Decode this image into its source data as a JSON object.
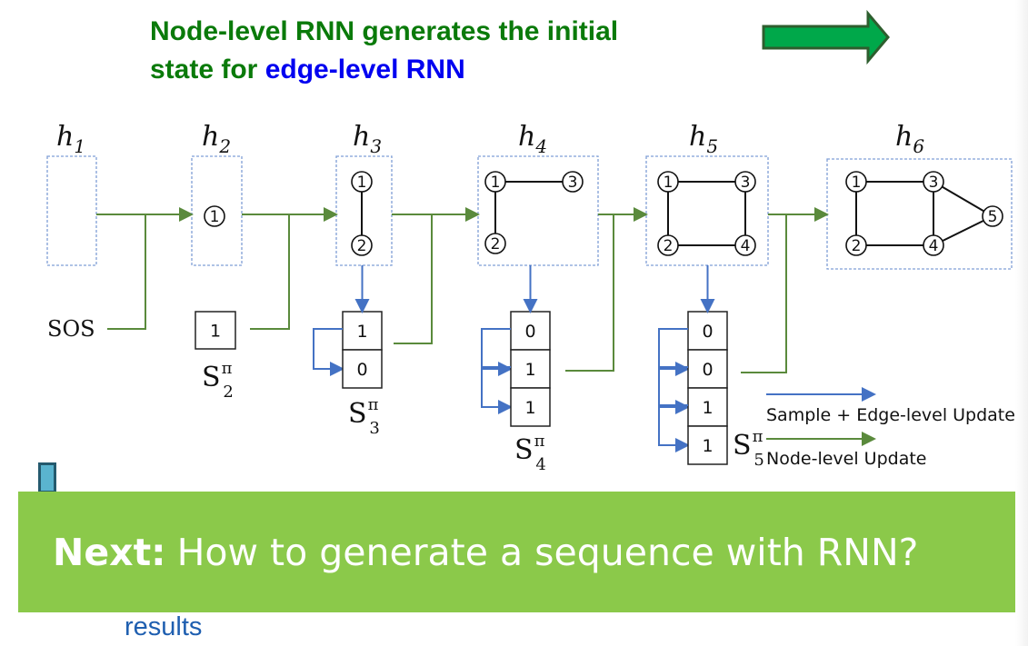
{
  "title": {
    "line1": "Node-level RNN generates the initial",
    "line2_prefix": "state for ",
    "line2_highlight": "edge-level RNN"
  },
  "colors": {
    "title_green": "#0a7a0a",
    "title_blue": "#0000f0",
    "node_update": "#5a8a3c",
    "edge_update": "#4472c4",
    "banner": "#8bc94a",
    "results": "#1f5fb0",
    "arrow_fill": "#00a84a"
  },
  "diagram": {
    "hidden_states": [
      {
        "label": "h",
        "sub": "1",
        "nodes": [],
        "edges": []
      },
      {
        "label": "h",
        "sub": "2",
        "nodes": [
          "1"
        ],
        "edges": []
      },
      {
        "label": "h",
        "sub": "3",
        "nodes": [
          "1",
          "2"
        ],
        "edges": [
          [
            "1",
            "2"
          ]
        ]
      },
      {
        "label": "h",
        "sub": "4",
        "nodes": [
          "1",
          "3",
          "2"
        ],
        "edges": [
          [
            "1",
            "3"
          ],
          [
            "1",
            "2"
          ]
        ]
      },
      {
        "label": "h",
        "sub": "5",
        "nodes": [
          "1",
          "3",
          "2",
          "4"
        ],
        "edges": [
          [
            "1",
            "3"
          ],
          [
            "1",
            "2"
          ],
          [
            "2",
            "4"
          ],
          [
            "3",
            "4"
          ]
        ]
      },
      {
        "label": "h",
        "sub": "6",
        "nodes": [
          "1",
          "3",
          "2",
          "4",
          "5"
        ],
        "edges": [
          [
            "1",
            "3"
          ],
          [
            "1",
            "2"
          ],
          [
            "2",
            "4"
          ],
          [
            "3",
            "4"
          ],
          [
            "3",
            "5"
          ],
          [
            "4",
            "5"
          ]
        ]
      }
    ],
    "start_token": "SOS",
    "sequences": [
      {
        "label": "S",
        "sub": "2",
        "sup": "π",
        "values": [
          "1"
        ]
      },
      {
        "label": "S",
        "sub": "3",
        "sup": "π",
        "values": [
          "1",
          "0"
        ]
      },
      {
        "label": "S",
        "sub": "4",
        "sup": "π",
        "values": [
          "0",
          "1",
          "1"
        ]
      },
      {
        "label": "S",
        "sub": "5",
        "sup": "π",
        "values": [
          "0",
          "0",
          "1",
          "1"
        ]
      }
    ],
    "legend": {
      "edge": "Sample + Edge-level Update",
      "node": "Node-level Update"
    }
  },
  "banner": {
    "bold": "Next:",
    "text": "How to generate a sequence with RNN?"
  },
  "footer": {
    "results": "results"
  }
}
